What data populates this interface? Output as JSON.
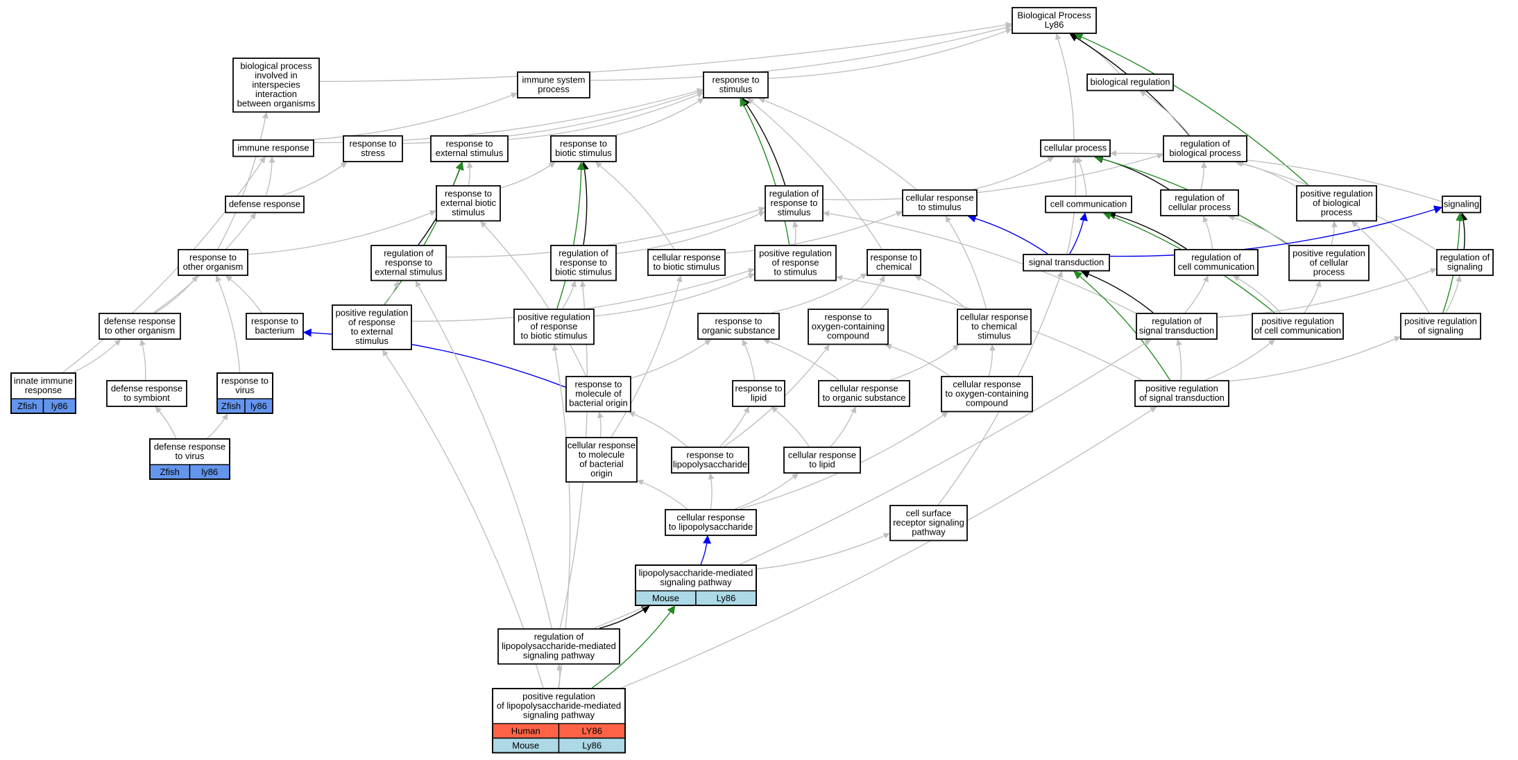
{
  "colors": {
    "gray": "#c0c0c0",
    "black": "#000000",
    "green": "#228b22",
    "blue": "#0000ee",
    "zfish": "#6495ed",
    "mouse": "#add8e6",
    "human": "#ff6347"
  },
  "nodes": [
    {
      "id": "bp",
      "lines": [
        "Biological Process",
        "Ly86"
      ]
    },
    {
      "id": "bpinter",
      "lines": [
        "biological process",
        "involved in",
        "interspecies",
        "interaction",
        "between organisms"
      ]
    },
    {
      "id": "immsys",
      "lines": [
        "immune system",
        "process"
      ]
    },
    {
      "id": "rstim",
      "lines": [
        "response to",
        "stimulus"
      ]
    },
    {
      "id": "bioreg",
      "lines": [
        "biological regulation"
      ]
    },
    {
      "id": "cellproc",
      "lines": [
        "cellular process"
      ]
    },
    {
      "id": "regbp",
      "lines": [
        "regulation of",
        "biological process"
      ]
    },
    {
      "id": "immresp",
      "lines": [
        "immune response"
      ]
    },
    {
      "id": "rstress",
      "lines": [
        "response to",
        "stress"
      ]
    },
    {
      "id": "rext",
      "lines": [
        "response to",
        "external stimulus"
      ]
    },
    {
      "id": "rbio",
      "lines": [
        "response to",
        "biotic stimulus"
      ]
    },
    {
      "id": "defresp",
      "lines": [
        "defense response"
      ]
    },
    {
      "id": "rextbio",
      "lines": [
        "response to",
        "external biotic",
        "stimulus"
      ]
    },
    {
      "id": "regrstim",
      "lines": [
        "regulation of",
        "response to",
        "stimulus"
      ]
    },
    {
      "id": "cellrstim",
      "lines": [
        "cellular response",
        "to stimulus"
      ]
    },
    {
      "id": "cellcomm",
      "lines": [
        "cell communication"
      ]
    },
    {
      "id": "regcellproc",
      "lines": [
        "regulation of",
        "cellular process"
      ]
    },
    {
      "id": "posregbp",
      "lines": [
        "positive regulation",
        "of biological",
        "process"
      ]
    },
    {
      "id": "signaling",
      "lines": [
        "signaling"
      ]
    },
    {
      "id": "rother",
      "lines": [
        "response to",
        "other organism"
      ]
    },
    {
      "id": "regrext",
      "lines": [
        "regulation of",
        "response to",
        "external stimulus"
      ]
    },
    {
      "id": "regrbio",
      "lines": [
        "regulation of",
        "response to",
        "biotic stimulus"
      ]
    },
    {
      "id": "cellrbio",
      "lines": [
        "cellular response",
        "to biotic stimulus"
      ]
    },
    {
      "id": "posregrstim",
      "lines": [
        "positive regulation",
        "of response",
        "to stimulus"
      ]
    },
    {
      "id": "rchem",
      "lines": [
        "response to",
        "chemical"
      ]
    },
    {
      "id": "sigtrans",
      "lines": [
        "signal transduction"
      ]
    },
    {
      "id": "regcellcomm",
      "lines": [
        "regulation of",
        "cell communication"
      ]
    },
    {
      "id": "posregcellproc",
      "lines": [
        "positive regulation",
        "of cellular",
        "process"
      ]
    },
    {
      "id": "regsig",
      "lines": [
        "regulation of",
        "signaling"
      ]
    },
    {
      "id": "defother",
      "lines": [
        "defense response",
        "to other organism"
      ]
    },
    {
      "id": "rbact",
      "lines": [
        "response to",
        "bacterium"
      ]
    },
    {
      "id": "posregrext",
      "lines": [
        "positive regulation",
        "of response",
        "to external",
        "stimulus"
      ]
    },
    {
      "id": "posregrbio",
      "lines": [
        "positive regulation",
        "of response",
        "to biotic stimulus"
      ]
    },
    {
      "id": "rorg",
      "lines": [
        "response to",
        "organic substance"
      ]
    },
    {
      "id": "roxy",
      "lines": [
        "response to",
        "oxygen-containing",
        "compound"
      ]
    },
    {
      "id": "cellrchem",
      "lines": [
        "cellular response",
        "to chemical",
        "stimulus"
      ]
    },
    {
      "id": "regsigtrans",
      "lines": [
        "regulation of",
        "signal transduction"
      ]
    },
    {
      "id": "posregcellcomm",
      "lines": [
        "positive regulation",
        "of cell communication"
      ]
    },
    {
      "id": "posregsig",
      "lines": [
        "positive regulation",
        "of signaling"
      ]
    },
    {
      "id": "innate",
      "lines": [
        "innate immune",
        "response"
      ],
      "cells": [
        [
          "Zfish",
          "ly86"
        ]
      ],
      "cellcolor": "zfish"
    },
    {
      "id": "defsymb",
      "lines": [
        "defense response",
        "to symbiont"
      ]
    },
    {
      "id": "rvirus",
      "lines": [
        "response to",
        "virus"
      ],
      "cells": [
        [
          "Zfish",
          "ly86"
        ]
      ],
      "cellcolor": "zfish"
    },
    {
      "id": "rmolbact",
      "lines": [
        "response to",
        "molecule of",
        "bacterial origin"
      ]
    },
    {
      "id": "rlipid",
      "lines": [
        "response to",
        "lipid"
      ]
    },
    {
      "id": "cellrorg",
      "lines": [
        "cellular response",
        "to organic substance"
      ]
    },
    {
      "id": "cellroxy",
      "lines": [
        "cellular response",
        "to oxygen-containing",
        "compound"
      ]
    },
    {
      "id": "posregsigtrans",
      "lines": [
        "positive regulation",
        "of signal transduction"
      ]
    },
    {
      "id": "defvirus",
      "lines": [
        "defense response",
        "to virus"
      ],
      "cells": [
        [
          "Zfish",
          "ly86"
        ]
      ],
      "cellcolor": "zfish"
    },
    {
      "id": "cellrmolbact",
      "lines": [
        "cellular response",
        "to molecule",
        "of bacterial",
        "origin"
      ]
    },
    {
      "id": "rlps",
      "lines": [
        "response to",
        "lipopolysaccharide"
      ]
    },
    {
      "id": "cellrlipid",
      "lines": [
        "cellular response",
        "to lipid"
      ]
    },
    {
      "id": "cellrlps",
      "lines": [
        "cellular response",
        "to lipopolysaccharide"
      ]
    },
    {
      "id": "csrsp",
      "lines": [
        "cell surface",
        "receptor signaling",
        "pathway"
      ]
    },
    {
      "id": "lps",
      "lines": [
        "lipopolysaccharide-mediated",
        "signaling pathway"
      ],
      "cells": [
        [
          "Mouse",
          "Ly86"
        ]
      ],
      "cellcolor": "mouse"
    },
    {
      "id": "reglps",
      "lines": [
        "regulation of",
        "lipopolysaccharide-mediated",
        "signaling pathway"
      ]
    },
    {
      "id": "posreglps",
      "lines": [
        "positive regulation",
        "of lipopolysaccharide-mediated",
        "signaling pathway"
      ],
      "cells": [
        [
          "Human",
          "LY86"
        ],
        [
          "Mouse",
          "Ly86"
        ]
      ],
      "cellcolors": [
        "human",
        "mouse"
      ]
    }
  ],
  "edges": [
    {
      "from": "bpinter",
      "to": "bp",
      "color": "gray"
    },
    {
      "from": "immsys",
      "to": "bp",
      "color": "gray"
    },
    {
      "from": "rstim",
      "to": "bp",
      "color": "gray"
    },
    {
      "from": "bioreg",
      "to": "bp",
      "color": "gray"
    },
    {
      "from": "cellproc",
      "to": "bp",
      "color": "gray"
    },
    {
      "from": "regbp",
      "to": "bp",
      "color": "black"
    },
    {
      "from": "posregbp",
      "to": "bp",
      "color": "green"
    },
    {
      "from": "regbp",
      "to": "bioreg",
      "color": "gray"
    },
    {
      "from": "immresp",
      "to": "immsys",
      "color": "gray"
    },
    {
      "from": "immresp",
      "to": "rstim",
      "color": "gray"
    },
    {
      "from": "rstress",
      "to": "rstim",
      "color": "gray"
    },
    {
      "from": "rext",
      "to": "rstim",
      "color": "gray"
    },
    {
      "from": "rbio",
      "to": "rstim",
      "color": "gray"
    },
    {
      "from": "regrstim",
      "to": "rstim",
      "color": "black"
    },
    {
      "from": "posregrstim",
      "to": "rstim",
      "color": "green"
    },
    {
      "from": "cellrstim",
      "to": "rstim",
      "color": "gray"
    },
    {
      "from": "rchem",
      "to": "rstim",
      "color": "gray"
    },
    {
      "from": "rother",
      "to": "bpinter",
      "color": "gray"
    },
    {
      "from": "defresp",
      "to": "rstress",
      "color": "gray"
    },
    {
      "from": "defresp",
      "to": "immresp",
      "color": "gray"
    },
    {
      "from": "rextbio",
      "to": "rext",
      "color": "gray"
    },
    {
      "from": "rextbio",
      "to": "rbio",
      "color": "gray"
    },
    {
      "from": "regrext",
      "to": "rext",
      "color": "black"
    },
    {
      "from": "posregrext",
      "to": "rext",
      "color": "green"
    },
    {
      "from": "regrbio",
      "to": "rbio",
      "color": "black"
    },
    {
      "from": "posregrbio",
      "to": "rbio",
      "color": "green"
    },
    {
      "from": "cellrbio",
      "to": "rbio",
      "color": "gray"
    },
    {
      "from": "rother",
      "to": "rextbio",
      "color": "gray"
    },
    {
      "from": "regrext",
      "to": "regrstim",
      "color": "gray"
    },
    {
      "from": "regrbio",
      "to": "regrstim",
      "color": "gray"
    },
    {
      "from": "posregrstim",
      "to": "regrstim",
      "color": "gray"
    },
    {
      "from": "regrstim",
      "to": "regbp",
      "color": "gray"
    },
    {
      "from": "cellrstim",
      "to": "cellproc",
      "color": "gray"
    },
    {
      "from": "cellcomm",
      "to": "cellproc",
      "color": "gray"
    },
    {
      "from": "regcellproc",
      "to": "cellproc",
      "color": "black"
    },
    {
      "from": "regcellproc",
      "to": "regbp",
      "color": "gray"
    },
    {
      "from": "posregbp",
      "to": "regbp",
      "color": "gray"
    },
    {
      "from": "posregcellproc",
      "to": "cellproc",
      "color": "green"
    },
    {
      "from": "posregcellproc",
      "to": "posregbp",
      "color": "gray"
    },
    {
      "from": "posregcellproc",
      "to": "regcellproc",
      "color": "gray"
    },
    {
      "from": "signaling",
      "to": "cellproc",
      "color": "gray"
    },
    {
      "from": "regsig",
      "to": "regbp",
      "color": "gray"
    },
    {
      "from": "regsig",
      "to": "signaling",
      "color": "black"
    },
    {
      "from": "cellrbio",
      "to": "cellrstim",
      "color": "gray"
    },
    {
      "from": "sigtrans",
      "to": "cellrstim",
      "color": "blue"
    },
    {
      "from": "sigtrans",
      "to": "cellcomm",
      "color": "blue"
    },
    {
      "from": "sigtrans",
      "to": "signaling",
      "color": "blue"
    },
    {
      "from": "sigtrans",
      "to": "cellproc",
      "color": "gray"
    },
    {
      "from": "regcellcomm",
      "to": "cellcomm",
      "color": "black"
    },
    {
      "from": "regcellcomm",
      "to": "regcellproc",
      "color": "gray"
    },
    {
      "from": "posregcellcomm",
      "to": "cellcomm",
      "color": "green"
    },
    {
      "from": "posregcellcomm",
      "to": "regcellcomm",
      "color": "gray"
    },
    {
      "from": "posregcellcomm",
      "to": "posregcellproc",
      "color": "gray"
    },
    {
      "from": "posregsig",
      "to": "regsig",
      "color": "gray"
    },
    {
      "from": "posregsig",
      "to": "signaling",
      "color": "green"
    },
    {
      "from": "posregsig",
      "to": "posregbp",
      "color": "gray"
    },
    {
      "from": "regsigtrans",
      "to": "sigtrans",
      "color": "black"
    },
    {
      "from": "regsigtrans",
      "to": "regcellcomm",
      "color": "gray"
    },
    {
      "from": "regsigtrans",
      "to": "regsig",
      "color": "gray"
    },
    {
      "from": "regsigtrans",
      "to": "regrstim",
      "color": "gray"
    },
    {
      "from": "posregsigtrans",
      "to": "sigtrans",
      "color": "green"
    },
    {
      "from": "posregsigtrans",
      "to": "regsigtrans",
      "color": "gray"
    },
    {
      "from": "posregsigtrans",
      "to": "posregcellcomm",
      "color": "gray"
    },
    {
      "from": "posregsigtrans",
      "to": "posregsig",
      "color": "gray"
    },
    {
      "from": "posregsigtrans",
      "to": "posregrstim",
      "color": "gray"
    },
    {
      "from": "defother",
      "to": "defresp",
      "color": "gray"
    },
    {
      "from": "defother",
      "to": "rother",
      "color": "gray"
    },
    {
      "from": "rbact",
      "to": "rother",
      "color": "gray"
    },
    {
      "from": "posregrext",
      "to": "regrext",
      "color": "gray"
    },
    {
      "from": "posregrext",
      "to": "posregrstim",
      "color": "gray"
    },
    {
      "from": "posregrbio",
      "to": "regrbio",
      "color": "gray"
    },
    {
      "from": "posregrbio",
      "to": "posregrstim",
      "color": "gray"
    },
    {
      "from": "rorg",
      "to": "rchem",
      "color": "gray"
    },
    {
      "from": "roxy",
      "to": "rchem",
      "color": "gray"
    },
    {
      "from": "cellrchem",
      "to": "rchem",
      "color": "gray"
    },
    {
      "from": "cellrchem",
      "to": "cellrstim",
      "color": "gray"
    },
    {
      "from": "innate",
      "to": "immresp",
      "color": "gray"
    },
    {
      "from": "innate",
      "to": "defother",
      "color": "gray"
    },
    {
      "from": "defsymb",
      "to": "defother",
      "color": "gray"
    },
    {
      "from": "rvirus",
      "to": "rother",
      "color": "gray"
    },
    {
      "from": "defvirus",
      "to": "defsymb",
      "color": "gray"
    },
    {
      "from": "defvirus",
      "to": "rvirus",
      "color": "gray"
    },
    {
      "from": "rmolbact",
      "to": "rbact",
      "color": "blue"
    },
    {
      "from": "rmolbact",
      "to": "rorg",
      "color": "gray"
    },
    {
      "from": "rmolbact",
      "to": "rextbio",
      "color": "gray"
    },
    {
      "from": "rlipid",
      "to": "rorg",
      "color": "gray"
    },
    {
      "from": "cellrorg",
      "to": "rorg",
      "color": "gray"
    },
    {
      "from": "cellrorg",
      "to": "cellrchem",
      "color": "gray"
    },
    {
      "from": "cellroxy",
      "to": "roxy",
      "color": "gray"
    },
    {
      "from": "cellroxy",
      "to": "cellrchem",
      "color": "gray"
    },
    {
      "from": "cellrmolbact",
      "to": "rmolbact",
      "color": "gray"
    },
    {
      "from": "cellrmolbact",
      "to": "cellrbio",
      "color": "gray"
    },
    {
      "from": "rlps",
      "to": "rlipid",
      "color": "gray"
    },
    {
      "from": "rlps",
      "to": "rmolbact",
      "color": "gray"
    },
    {
      "from": "rlps",
      "to": "roxy",
      "color": "gray"
    },
    {
      "from": "cellrlipid",
      "to": "rlipid",
      "color": "gray"
    },
    {
      "from": "cellrlipid",
      "to": "cellrorg",
      "color": "gray"
    },
    {
      "from": "cellrlps",
      "to": "rlps",
      "color": "gray"
    },
    {
      "from": "cellrlps",
      "to": "cellrlipid",
      "color": "gray"
    },
    {
      "from": "cellrlps",
      "to": "cellrmolbact",
      "color": "gray"
    },
    {
      "from": "cellrlps",
      "to": "cellroxy",
      "color": "gray"
    },
    {
      "from": "csrsp",
      "to": "sigtrans",
      "color": "gray"
    },
    {
      "from": "lps",
      "to": "cellrlps",
      "color": "blue"
    },
    {
      "from": "lps",
      "to": "csrsp",
      "color": "gray"
    },
    {
      "from": "reglps",
      "to": "lps",
      "color": "black"
    },
    {
      "from": "reglps",
      "to": "regsigtrans",
      "color": "gray"
    },
    {
      "from": "reglps",
      "to": "regrbio",
      "color": "gray"
    },
    {
      "from": "reglps",
      "to": "regrext",
      "color": "gray"
    },
    {
      "from": "posreglps",
      "to": "lps",
      "color": "green"
    },
    {
      "from": "posreglps",
      "to": "reglps",
      "color": "gray"
    },
    {
      "from": "posreglps",
      "to": "posregsigtrans",
      "color": "gray"
    },
    {
      "from": "posreglps",
      "to": "posregrbio",
      "color": "gray"
    },
    {
      "from": "posreglps",
      "to": "posregrext",
      "color": "gray"
    }
  ]
}
